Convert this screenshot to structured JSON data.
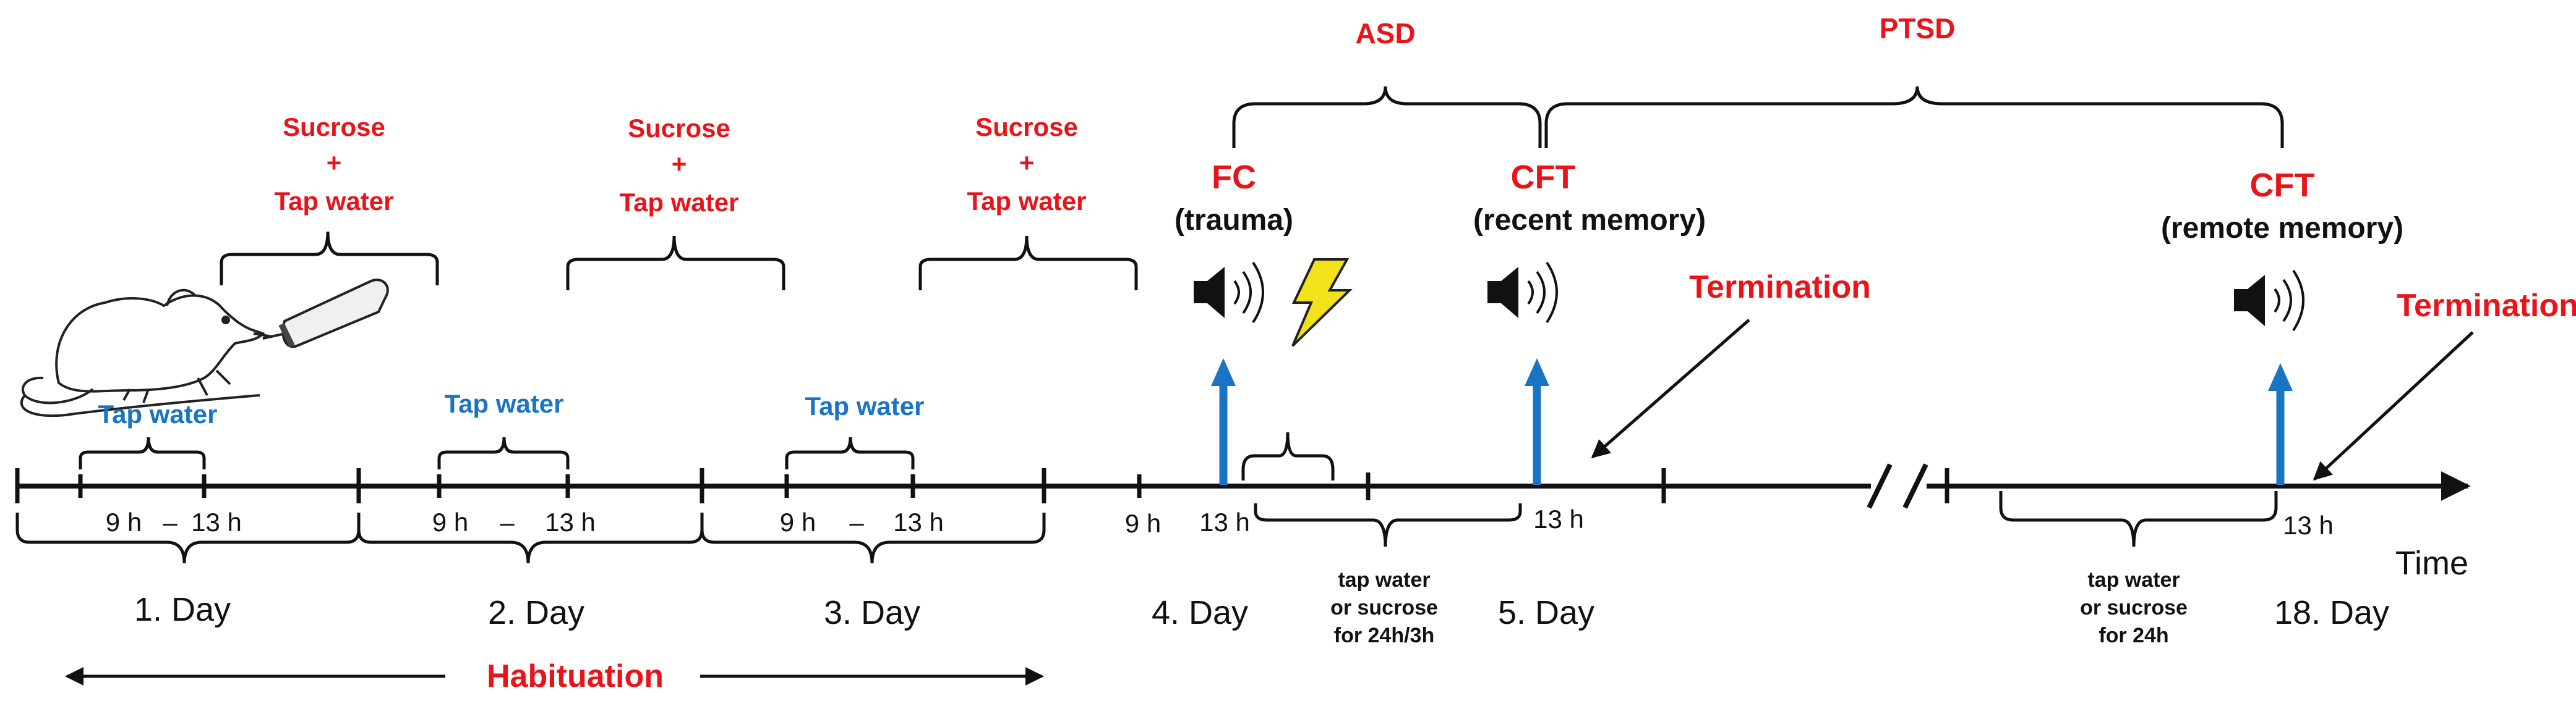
{
  "colors": {
    "accent_red": "#e8141a",
    "accent_blue": "#1a74c4",
    "line": "#111111"
  },
  "phases": {
    "asd": "ASD",
    "ptsd": "PTSD"
  },
  "sucrose_label": {
    "line1": "Sucrose",
    "line2": "+",
    "line3": "Tap water"
  },
  "tap_water_labels": [
    "Tap water",
    "Tap water",
    "Tap  water"
  ],
  "time_ranges": [
    {
      "start": "9 h",
      "dash": "–",
      "end": "13 h"
    },
    {
      "start": "9 h",
      "dash": "–",
      "end": "13 h"
    },
    {
      "start": "9 h",
      "dash": "–",
      "end": "13 h"
    }
  ],
  "day4": {
    "time_9h": "9 h",
    "time_13h": "13 h"
  },
  "day5_time": "13 h",
  "day18_time": "13 h",
  "days": [
    "1. Day",
    "2. Day",
    "3. Day",
    "4. Day",
    "5. Day",
    "18. Day"
  ],
  "time_axis_label": "Time",
  "habituation": "Habituation",
  "fc": {
    "title": "FC",
    "subtitle": "(trauma)"
  },
  "cft_recent": {
    "title": "CFT",
    "subtitle": "(recent memory)"
  },
  "cft_remote": {
    "title": "CFT",
    "subtitle": "(remote memory)"
  },
  "termination": [
    "Termination",
    "Termination"
  ],
  "access_notes": [
    {
      "line1": "tap water",
      "line2": "or sucrose",
      "line3": "for 24h/3h"
    },
    {
      "line1": "tap water",
      "line2": "or sucrose",
      "line3": "for 24h"
    }
  ],
  "icons": [
    "mouse-with-bottle-illustration",
    "speaker-sound-icon",
    "lightning-shock-icon"
  ]
}
